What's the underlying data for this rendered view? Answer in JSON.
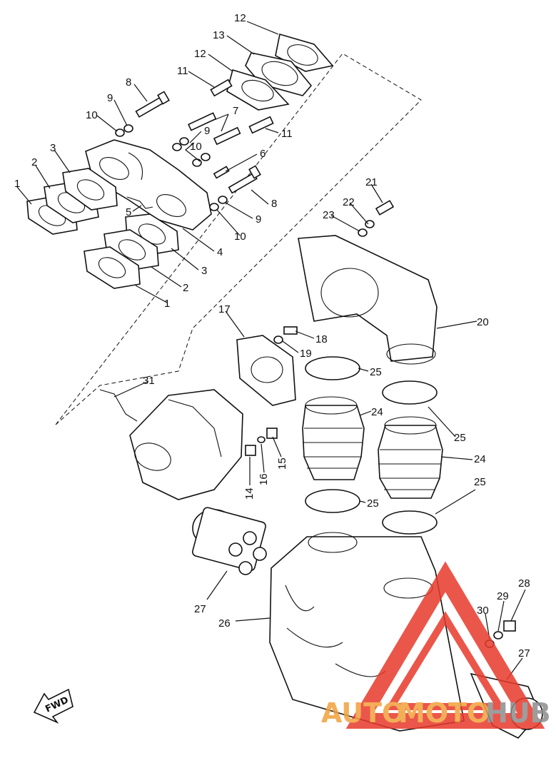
{
  "diagram": {
    "labels": {
      "p1a": "1",
      "p1b": "1",
      "p2a": "2",
      "p2b": "2",
      "p3a": "3",
      "p3b": "3",
      "p4": "4",
      "p5": "5",
      "p6": "6",
      "p7": "7",
      "p8a": "8",
      "p8b": "8",
      "p9a": "9",
      "p9b": "9",
      "p9c": "9",
      "p10a": "10",
      "p10b": "10",
      "p10c": "10",
      "p11a": "11",
      "p11b": "11",
      "p12a": "12",
      "p12b": "12",
      "p13": "13",
      "p14": "14",
      "p15": "15",
      "p16": "16",
      "p17": "17",
      "p18": "18",
      "p19": "19",
      "p20": "20",
      "p21": "21",
      "p22": "22",
      "p23": "23",
      "p24a": "24",
      "p24b": "24",
      "p25a": "25",
      "p25b": "25",
      "p25c": "25",
      "p25d": "25",
      "p26": "26",
      "p27a": "27",
      "p27b": "27",
      "p28": "28",
      "p29": "29",
      "p30": "30",
      "p31": "31"
    },
    "fwd_label": "FWD",
    "watermark": {
      "auto": "AUTO",
      "moto": "MOTO",
      "hub": "HUB",
      "colors": {
        "red": "#e8392b",
        "orange": "#f2a03c",
        "gray": "#8c8c8c"
      }
    }
  }
}
